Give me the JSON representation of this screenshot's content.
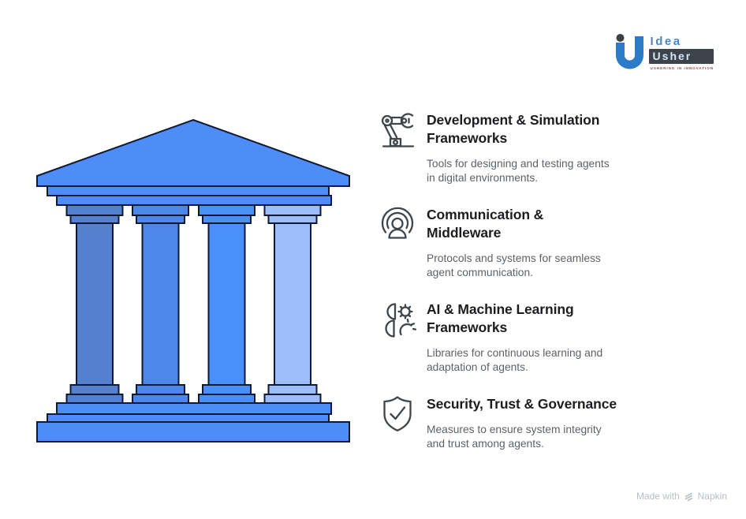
{
  "logo": {
    "brand_top": "Idea",
    "brand_bottom": "Usher",
    "tagline": "USHERING IN INNOVATION",
    "u_color": "#2b7bc7",
    "dot_color": "#3a4147"
  },
  "temple": {
    "structure_color": "#4e8df7",
    "outline_color": "#0e1a33",
    "pillar_colors": [
      "#5580d0",
      "#4c87e9",
      "#4a90fb",
      "#9dbefa"
    ]
  },
  "items": [
    {
      "title": "Development & Simulation\nFrameworks",
      "description": "Tools for designing and testing agents\nin digital environments."
    },
    {
      "title": "Communication &\nMiddleware",
      "description": "Protocols and systems for seamless\nagent communication."
    },
    {
      "title": "AI & Machine Learning\nFrameworks",
      "description": "Libraries for continuous learning and\nadaptation of agents."
    },
    {
      "title": "Security, Trust & Governance",
      "description": "Measures to ensure system integrity\nand trust among agents."
    }
  ],
  "icon_style": {
    "stroke": "#3f4549"
  },
  "footer": {
    "made_with": "Made with",
    "brand": "Napkin"
  }
}
